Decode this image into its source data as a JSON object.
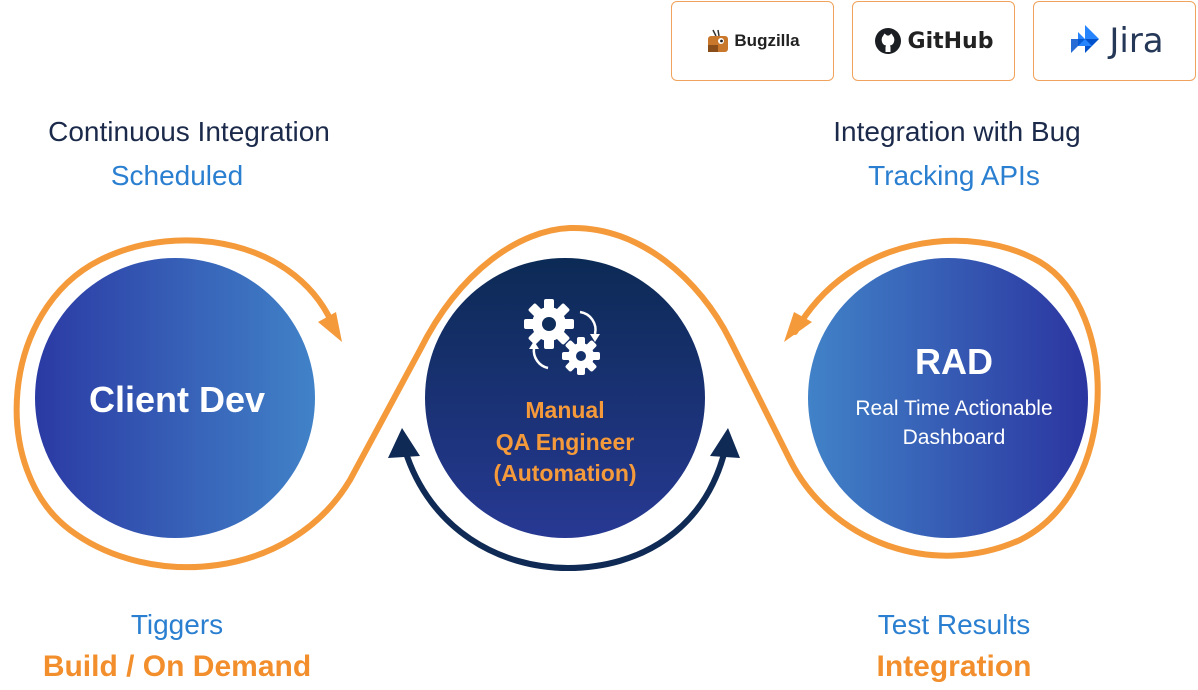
{
  "logos": {
    "bugzilla": "Bugzilla",
    "github": "GitHub",
    "jira": "Jira"
  },
  "top_left": {
    "line1": "Continuous Integration",
    "line2": "Scheduled"
  },
  "top_right": {
    "line1": "Integration with Bug",
    "line2": "Tracking APIs"
  },
  "bottom_left": {
    "line1": "Tiggers",
    "line2": "Build / On Demand"
  },
  "bottom_right": {
    "line1": "Test Results",
    "line2": "Integration"
  },
  "nodes": {
    "client": {
      "title": "Client Dev"
    },
    "qa": {
      "line1": "Manual",
      "line2": "QA Engineer",
      "line3": "(Automation)"
    },
    "rad": {
      "title": "RAD",
      "sub1": "Real Time Actionable",
      "sub2": "Dashboard"
    }
  },
  "colors": {
    "orange": "#f59a3a",
    "navy": "#0f2a55",
    "blue_text": "#2a7fd0",
    "dark_text": "#1b2a4a"
  }
}
